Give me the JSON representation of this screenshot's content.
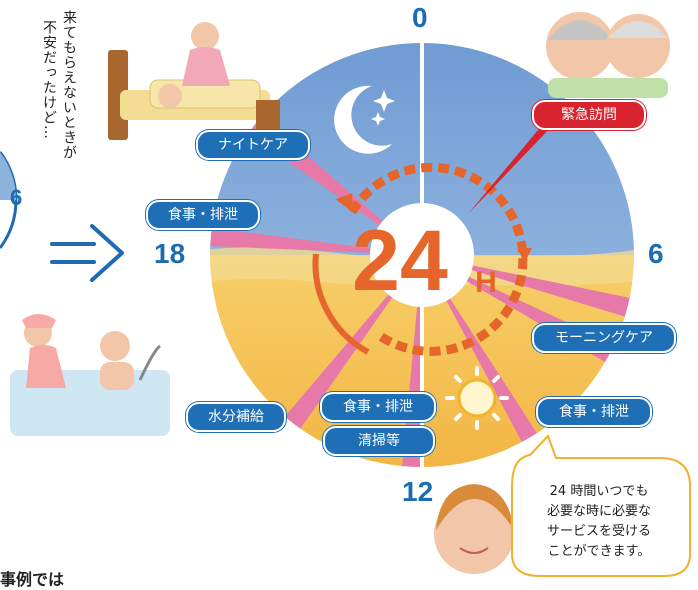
{
  "clock": {
    "hour_top": "0",
    "hour_right": "6",
    "hour_bottom": "12",
    "hour_left": "18",
    "center_big": "24",
    "center_small": "H"
  },
  "labels": {
    "emergency_visit": "緊急訪問",
    "night_care": "ナイトケア",
    "meal_excretion_left": "食事・排泄",
    "morning_care": "モーニングケア",
    "meal_excretion_right": "食事・排泄",
    "meal_excretion_bottom": "食事・排泄",
    "cleaning": "清掃等",
    "hydration": "水分補給"
  },
  "left_panel": {
    "partial_hour": "6",
    "speech_line1": "来てもらえないときが",
    "speech_line2": "不安だったけど…"
  },
  "bubble": {
    "line1": "24 時間いつでも",
    "line2": "必要な時に必要な",
    "line3": "サービスを受ける",
    "line4": "ことができます。"
  },
  "footer": {
    "text": "事例では"
  },
  "colors": {
    "night_blue": "#6f9bd3",
    "day_yellow": "#f4c04e",
    "wedge_pink": "#e679a8",
    "pill_blue": "#1f6fb6",
    "pill_red": "#d9232f",
    "arrow_orange": "#e5652a"
  }
}
